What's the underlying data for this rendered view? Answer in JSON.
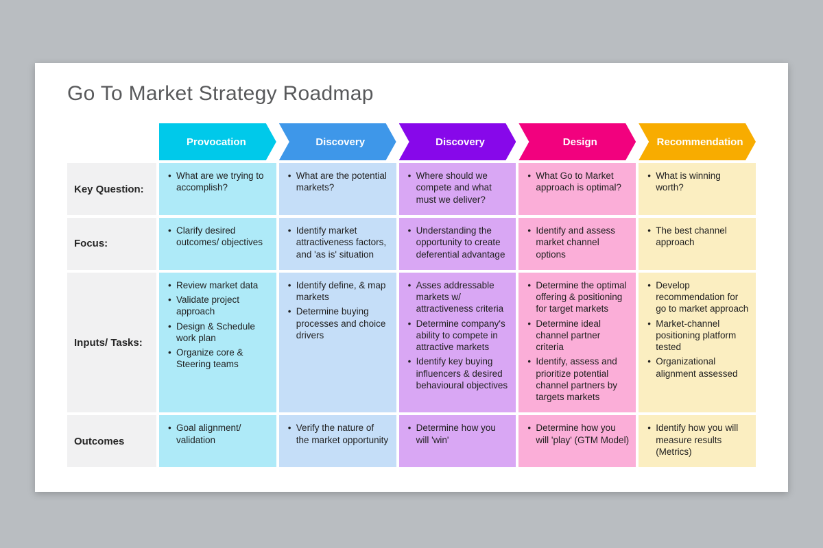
{
  "title": "Go To Market Strategy Roadmap",
  "columns": [
    {
      "label": "Provocation",
      "header_color": "#00c9ea",
      "cell_color": "#aeeaf8"
    },
    {
      "label": "Discovery",
      "header_color": "#3e97e9",
      "cell_color": "#c5def8"
    },
    {
      "label": "Discovery",
      "header_color": "#8708ea",
      "cell_color": "#d9a7f4"
    },
    {
      "label": "Design",
      "header_color": "#f2017e",
      "cell_color": "#fbaed8"
    },
    {
      "label": "Recommendation",
      "header_color": "#f8ac00",
      "cell_color": "#fbeec1"
    }
  ],
  "rows": [
    {
      "label": "Key Question:",
      "cells": [
        [
          "What are we trying to accomplish?"
        ],
        [
          "What are the potential markets?"
        ],
        [
          "Where should we compete and what must we deliver?"
        ],
        [
          "What Go to Market approach is optimal?"
        ],
        [
          "What is winning worth?"
        ]
      ]
    },
    {
      "label": "Focus:",
      "cells": [
        [
          "Clarify desired outcomes/ objectives"
        ],
        [
          "Identify market attractiveness factors, and 'as is' situation"
        ],
        [
          "Understanding the opportunity to create deferential advantage"
        ],
        [
          "Identify and assess market channel options"
        ],
        [
          "The best channel approach"
        ]
      ]
    },
    {
      "label": "Inputs/ Tasks:",
      "cells": [
        [
          "Review market data",
          "Validate project approach",
          "Design & Schedule work plan",
          "Organize core & Steering teams"
        ],
        [
          "Identify define, & map markets",
          "Determine buying processes and choice drivers"
        ],
        [
          "Asses addressable markets w/ attractiveness criteria",
          "Determine company's ability to compete in attractive markets",
          "Identify key buying influencers & desired behavioural objectives"
        ],
        [
          "Determine the optimal offering & positioning for target markets",
          "Determine ideal channel partner criteria",
          "Identify, assess and prioritize potential channel partners by targets markets"
        ],
        [
          "Develop recommendation for go to market approach",
          "Market-channel positioning platform tested",
          "Organizational alignment assessed"
        ]
      ]
    },
    {
      "label": "Outcomes",
      "cells": [
        [
          "Goal alignment/ validation"
        ],
        [
          "Verify the nature of the market opportunity"
        ],
        [
          "Determine how you will 'win'"
        ],
        [
          "Determine how you will 'play' (GTM Model)"
        ],
        [
          "Identify how you will measure results (Metrics)"
        ]
      ]
    }
  ]
}
